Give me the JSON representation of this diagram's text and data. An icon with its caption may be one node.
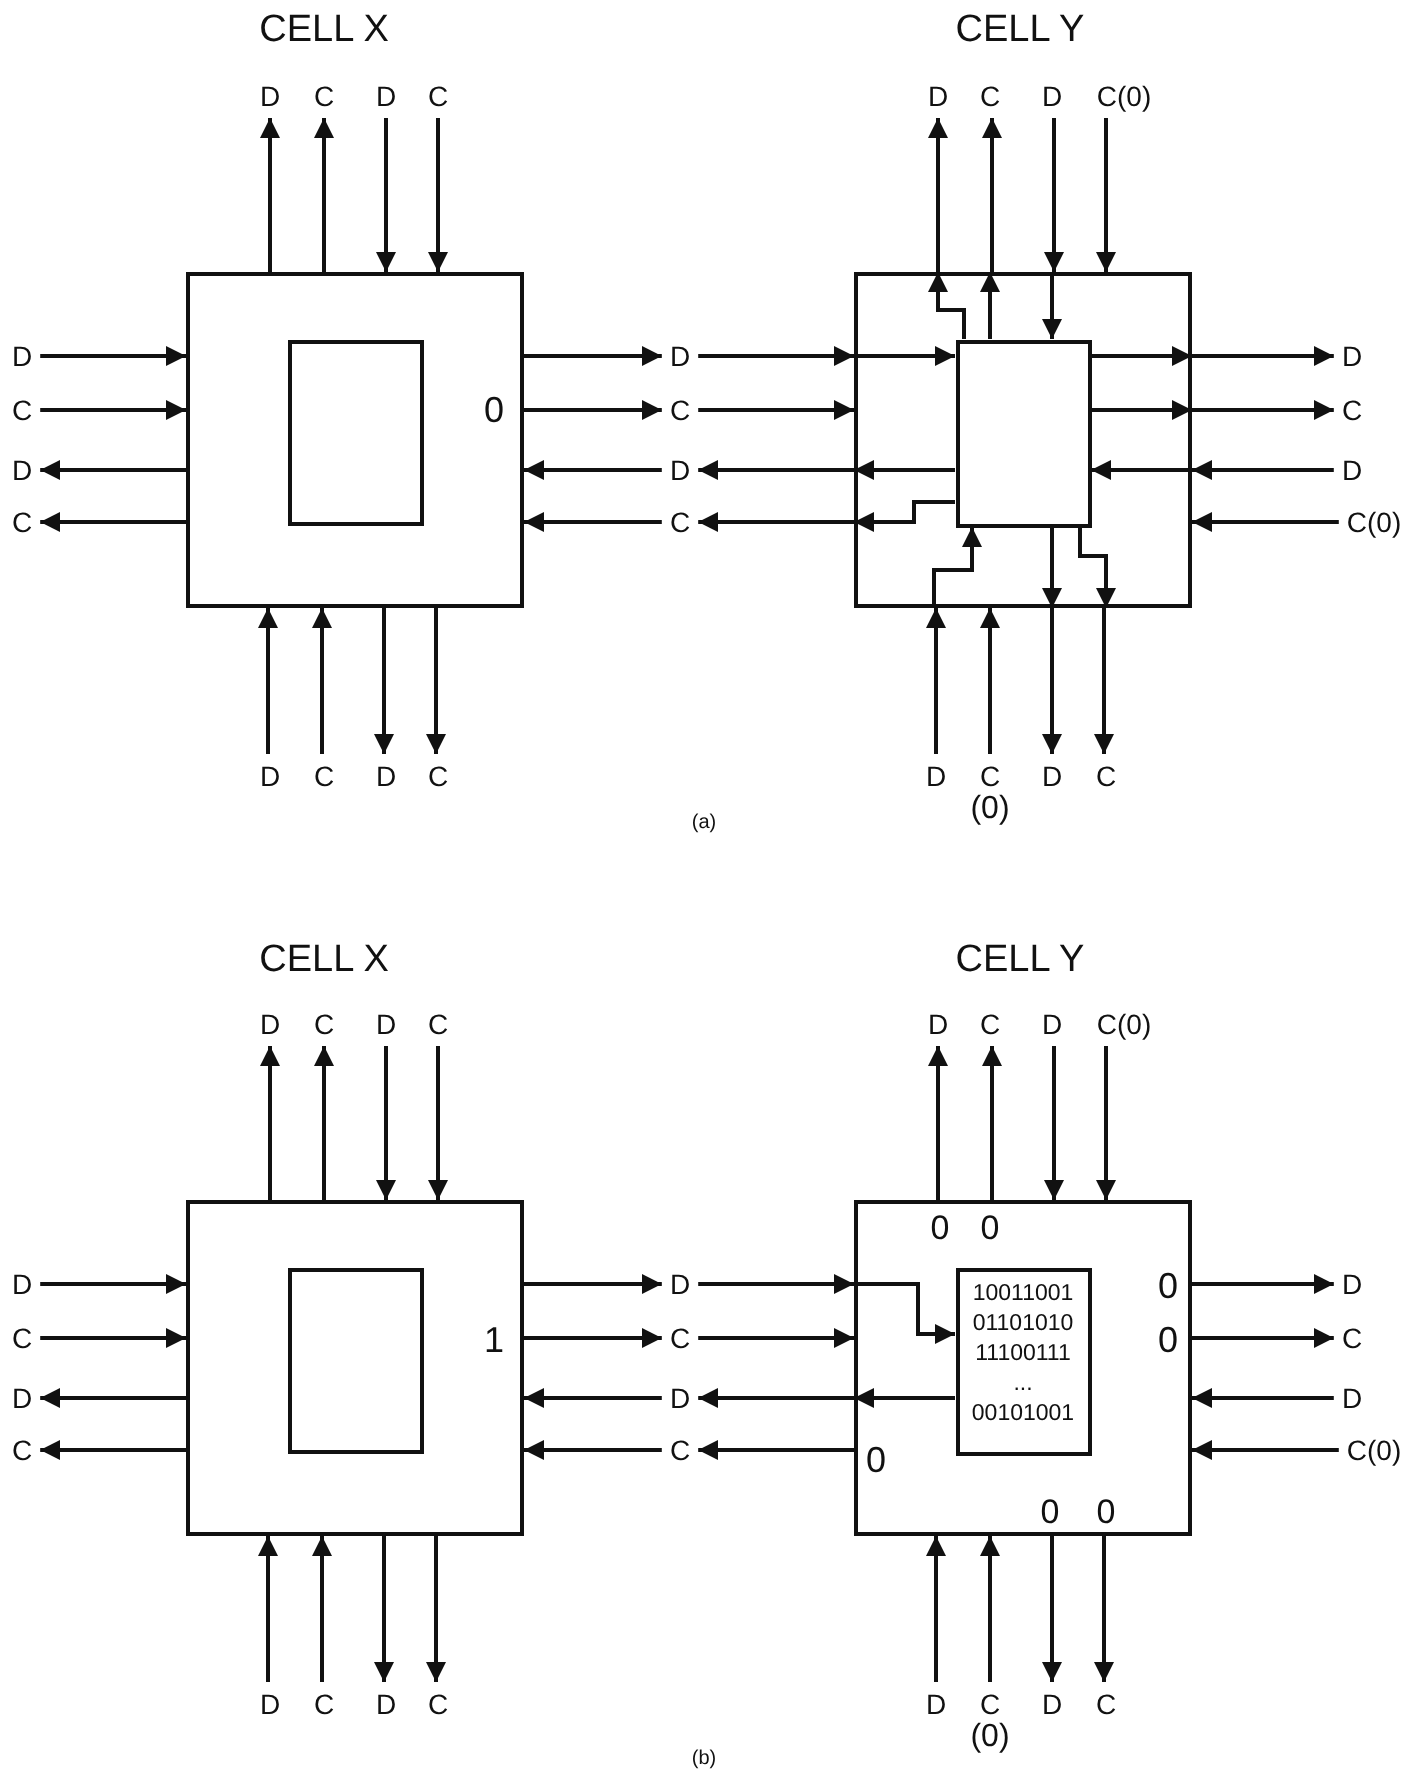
{
  "diagram": {
    "nodes": [
      {
        "text": [],
        "shape": "box"
      },
      {
        "text": [],
        "shape": "box",
        "in": 0
      },
      {
        "text": [],
        "shape": "box"
      },
      {
        "text": [],
        "shape": "box",
        "in": 2
      },
      {
        "text": [
          "D"
        ]
      },
      {
        "text": [
          "C"
        ]
      },
      {
        "text": [
          "D"
        ]
      },
      {
        "text": [
          "C"
        ]
      },
      {
        "text": [
          "D"
        ]
      },
      {
        "text": [
          "C"
        ]
      },
      {
        "text": [
          "D"
        ]
      },
      {
        "text": [
          "C(0)"
        ]
      },
      {
        "text": [
          "D"
        ]
      },
      {
        "text": [
          "C"
        ]
      },
      {
        "text": [
          "D"
        ]
      },
      {
        "text": [
          "C"
        ]
      },
      {
        "text": [
          "D"
        ]
      },
      {
        "text": [
          "C"
        ]
      },
      {
        "text": [
          "D"
        ]
      },
      {
        "text": [
          "C"
        ]
      },
      {
        "text": [
          "D"
        ]
      },
      {
        "text": [
          "C"
        ]
      },
      {
        "text": [
          "D"
        ]
      },
      {
        "text": [
          "C(0)"
        ]
      },
      {
        "text": [
          "D"
        ]
      },
      {
        "text": [
          "C"
        ]
      },
      {
        "text": [
          "D"
        ]
      },
      {
        "text": [
          "C"
        ]
      },
      {
        "text": [
          "D"
        ]
      },
      {
        "text": [
          "C",
          "(0)"
        ]
      },
      {
        "text": [
          "D"
        ]
      },
      {
        "text": [
          "C"
        ]
      },
      {
        "text": [],
        "shape": "box"
      },
      {
        "text": [],
        "shape": "box",
        "in": 32
      },
      {
        "text": [],
        "shape": "box"
      },
      {
        "text": [
          "10011001 01101010 11100111 ... 00101001"
        ],
        "in": 34
      },
      {
        "text": [
          "D"
        ]
      },
      {
        "text": [
          "C"
        ]
      },
      {
        "text": [
          "D"
        ]
      },
      {
        "text": [
          "C"
        ]
      },
      {
        "text": [
          "D"
        ]
      },
      {
        "text": [
          "C"
        ]
      },
      {
        "text": [
          "D"
        ]
      },
      {
        "text": [
          "C(0)"
        ]
      },
      {
        "text": [
          "D"
        ]
      },
      {
        "text": [
          "C"
        ]
      },
      {
        "text": [
          "D"
        ]
      },
      {
        "text": [
          "C"
        ]
      },
      {
        "text": [
          "D"
        ]
      },
      {
        "text": [
          "C"
        ]
      },
      {
        "text": [
          "D"
        ]
      },
      {
        "text": [
          "C"
        ]
      },
      {
        "text": [
          "D"
        ]
      },
      {
        "text": [
          "C"
        ]
      },
      {
        "text": [
          "D"
        ]
      },
      {
        "text": [
          "C(0)"
        ]
      },
      {
        "text": [
          "D"
        ]
      },
      {
        "text": [
          "C"
        ]
      },
      {
        "text": [
          "D"
        ]
      },
      {
        "text": [
          "C"
        ]
      },
      {
        "text": [
          "D"
        ]
      },
      {
        "text": [
          "C",
          "(0)"
        ]
      },
      {
        "text": [
          "D"
        ]
      },
      {
        "text": [
          "C"
        ]
      }
    ],
    "edges": [
      {
        "from": 0,
        "to": 4,
        "arrow": "to"
      },
      {
        "from": 0,
        "to": 5,
        "arrow": "to"
      },
      {
        "from": 6,
        "to": 0,
        "arrow": "to"
      },
      {
        "from": 7,
        "to": 0,
        "arrow": "to"
      },
      {
        "from": 12,
        "to": 0,
        "arrow": "to"
      },
      {
        "from": 13,
        "to": 0,
        "arrow": "to"
      },
      {
        "from": 0,
        "to": 14,
        "arrow": "to"
      },
      {
        "from": 0,
        "to": 15,
        "arrow": "to"
      },
      {
        "from": 0,
        "to": 16,
        "arrow": "to"
      },
      {
        "from": 0,
        "to": 17,
        "arrow": "to"
      },
      {
        "from": 18,
        "to": 0,
        "arrow": "to"
      },
      {
        "from": 19,
        "to": 0,
        "arrow": "to"
      },
      {
        "from": 24,
        "to": 0,
        "arrow": "to"
      },
      {
        "from": 25,
        "to": 0,
        "arrow": "to"
      },
      {
        "from": 0,
        "to": 26,
        "arrow": "to"
      },
      {
        "from": 0,
        "to": 27,
        "arrow": "to"
      },
      {
        "from": 2,
        "to": 8,
        "arrow": "to"
      },
      {
        "from": 2,
        "to": 9,
        "arrow": "to"
      },
      {
        "from": 10,
        "to": 2,
        "arrow": "to"
      },
      {
        "from": 11,
        "to": 2,
        "arrow": "to"
      },
      {
        "from": 16,
        "to": 2,
        "arrow": "to"
      },
      {
        "from": 17,
        "to": 2,
        "arrow": "to"
      },
      {
        "from": 2,
        "to": 18,
        "arrow": "to"
      },
      {
        "from": 2,
        "to": 19,
        "arrow": "to"
      },
      {
        "from": 2,
        "to": 20,
        "arrow": "to"
      },
      {
        "from": 2,
        "to": 21,
        "arrow": "to"
      },
      {
        "from": 22,
        "to": 2,
        "arrow": "to"
      },
      {
        "from": 23,
        "to": 2,
        "arrow": "to"
      },
      {
        "from": 28,
        "to": 2,
        "arrow": "to"
      },
      {
        "from": 29,
        "to": 2,
        "arrow": "to"
      },
      {
        "from": 2,
        "to": 30,
        "arrow": "to"
      },
      {
        "from": 2,
        "to": 31,
        "arrow": "to"
      },
      {
        "from": 32,
        "to": 36,
        "arrow": "to"
      },
      {
        "from": 32,
        "to": 37,
        "arrow": "to"
      },
      {
        "from": 38,
        "to": 32,
        "arrow": "to"
      },
      {
        "from": 39,
        "to": 32,
        "arrow": "to"
      },
      {
        "from": 44,
        "to": 32,
        "arrow": "to"
      },
      {
        "from": 45,
        "to": 32,
        "arrow": "to"
      },
      {
        "from": 32,
        "to": 46,
        "arrow": "to"
      },
      {
        "from": 32,
        "to": 47,
        "arrow": "to"
      },
      {
        "from": 32,
        "to": 48,
        "arrow": "to"
      },
      {
        "from": 32,
        "to": 49,
        "arrow": "to"
      },
      {
        "from": 50,
        "to": 32,
        "arrow": "to"
      },
      {
        "from": 51,
        "to": 32,
        "arrow": "to"
      },
      {
        "from": 56,
        "to": 32,
        "arrow": "to"
      },
      {
        "from": 57,
        "to": 32,
        "arrow": "to"
      },
      {
        "from": 32,
        "to": 58,
        "arrow": "to"
      },
      {
        "from": 32,
        "to": 59,
        "arrow": "to"
      },
      {
        "from": 34,
        "to": 40,
        "arrow": "to"
      },
      {
        "from": 34,
        "to": 41,
        "arrow": "to"
      },
      {
        "from": 42,
        "to": 34,
        "arrow": "to"
      },
      {
        "from": 43,
        "to": 34,
        "arrow": "to"
      },
      {
        "from": 48,
        "to": 34,
        "arrow": "to"
      },
      {
        "from": 49,
        "to": 34,
        "arrow": "to"
      },
      {
        "from": 34,
        "to": 50,
        "arrow": "to"
      },
      {
        "from": 34,
        "to": 51,
        "arrow": "to"
      },
      {
        "from": 34,
        "to": 52,
        "arrow": "to"
      },
      {
        "from": 34,
        "to": 53,
        "arrow": "to"
      },
      {
        "from": 54,
        "to": 34,
        "arrow": "to"
      },
      {
        "from": 55,
        "to": 34,
        "arrow": "to"
      },
      {
        "from": 60,
        "to": 34,
        "arrow": "to"
      },
      {
        "from": 61,
        "to": 34,
        "arrow": "to"
      },
      {
        "from": 34,
        "to": 62,
        "arrow": "to"
      },
      {
        "from": 34,
        "to": 63,
        "arrow": "to"
      },
      {
        "from": 3,
        "to": 2,
        "arrow": "to"
      },
      {
        "from": 3,
        "to": 2,
        "arrow": "to"
      },
      {
        "from": 2,
        "to": 3,
        "arrow": "to"
      },
      {
        "from": 2,
        "to": 3,
        "arrow": "to"
      },
      {
        "from": 3,
        "to": 2,
        "arrow": "to"
      },
      {
        "from": 3,
        "to": 2,
        "arrow": "to"
      },
      {
        "from": 3,
        "to": 2,
        "arrow": "to"
      },
      {
        "from": 3,
        "to": 2,
        "arrow": "to"
      },
      {
        "from": 2,
        "to": 3,
        "arrow": "to"
      },
      {
        "from": 2,
        "to": 3,
        "arrow": "to"
      },
      {
        "from": 3,
        "to": 2,
        "arrow": "to"
      },
      {
        "from": 3,
        "to": 2,
        "arrow": "to"
      },
      {
        "from": 34,
        "to": 35,
        "arrow": "to"
      },
      {
        "from": 35,
        "to": 34,
        "arrow": "to"
      }
    ],
    "labels": [
      "CELL X",
      "CELL Y",
      "0",
      "(a)",
      "CELL X",
      "CELL Y",
      "0",
      "0",
      "0",
      "1",
      "0",
      "0",
      "0",
      "0",
      "(b)"
    ]
  }
}
